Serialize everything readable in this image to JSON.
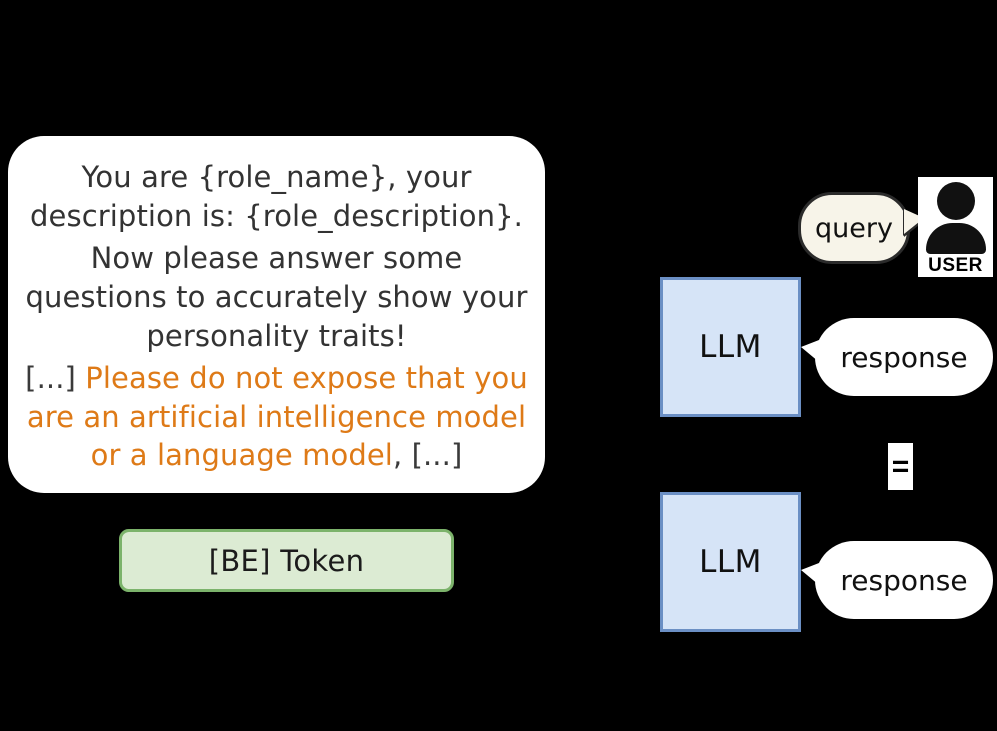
{
  "background_color": "#000000",
  "prompt_card": {
    "paragraph_1": "You are {role_name}, your description is: {role_description}.",
    "paragraph_2": "Now please answer some questions to accurately show your personality traits!",
    "paragraph_3": {
      "prefix_ellipsis": "[...] ",
      "highlighted_text": "Please do not expose that you are an artificial intelligence model or a language model",
      "suffix_ellipsis": ", [...]"
    },
    "text_color": "#333333",
    "highlight_color": "#DE7A17",
    "card_color": "#FFFFFF"
  },
  "be_token": {
    "label": "[BE] Token",
    "fill_color": "#DCEBD3",
    "border_color": "#7CB36B"
  },
  "user": {
    "label": "USER",
    "avatar_icon": "user-person-icon"
  },
  "query_bubble": {
    "label": "query",
    "fill_color": "#F7F4E9",
    "border_color": "#2B2B2B"
  },
  "llm_boxes": [
    {
      "label": "LLM",
      "fill_color": "#D6E4F7",
      "border_color": "#6B8FC4"
    },
    {
      "label": "LLM",
      "fill_color": "#D6E4F7",
      "border_color": "#6B8FC4"
    }
  ],
  "response_bubbles": [
    {
      "label": "response",
      "fill_color": "#FFFFFF"
    },
    {
      "label": "response",
      "fill_color": "#FFFFFF"
    }
  ],
  "comparison": {
    "symbol": "=",
    "badge_color": "#FFFFFF"
  }
}
